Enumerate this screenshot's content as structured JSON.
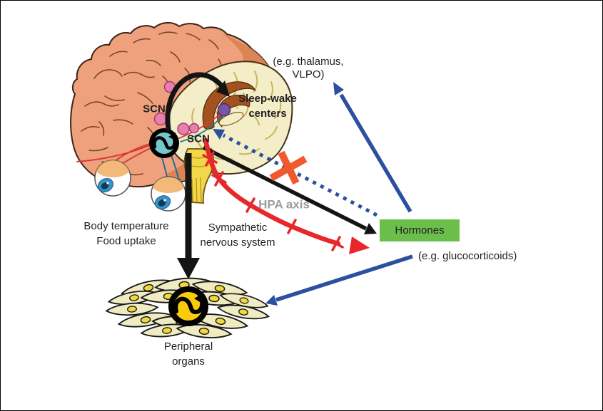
{
  "diagram": {
    "labels": {
      "scn_upper": "SCN",
      "scn_lower": "SCN",
      "sleep_wake": {
        "line1": "Sleep-wake",
        "line2": "centers"
      },
      "thalamus_note": {
        "line1": "(e.g. thalamus,",
        "line2": "VLPO)"
      },
      "hormones": "Hormones",
      "glucocorticoids_note": "(e.g. glucocorticoids)",
      "hpa_axis": "HPA axis",
      "sympathetic": {
        "line1": "Sympathetic",
        "line2": "nervous system"
      },
      "body_outputs": {
        "line1": "Body temperature",
        "line2": "Food uptake"
      },
      "peripheral": {
        "line1": "Peripheral",
        "line2": "organs"
      }
    },
    "colors": {
      "hormones_box": "#6cbe4b",
      "arrow_blue": "#2b50a1",
      "arrow_black": "#141414",
      "arrow_red": "#e8272b",
      "blocked_cross": "#f0592d",
      "hpa_text": "#9c9c9c",
      "brain_cortex": "#efa17e",
      "brain_cortex_shade": "#d9814f",
      "brain_inner": "#f3edc8",
      "scn_clock": "#74c7cf",
      "peripheral_clock": "#f9cb0b"
    },
    "icons": {
      "scn_clock": "circadian-oscillation-clock",
      "peripheral_clock": "circadian-oscillation-clock",
      "blocked_cross": "orange-x-blocked-pathway"
    }
  }
}
